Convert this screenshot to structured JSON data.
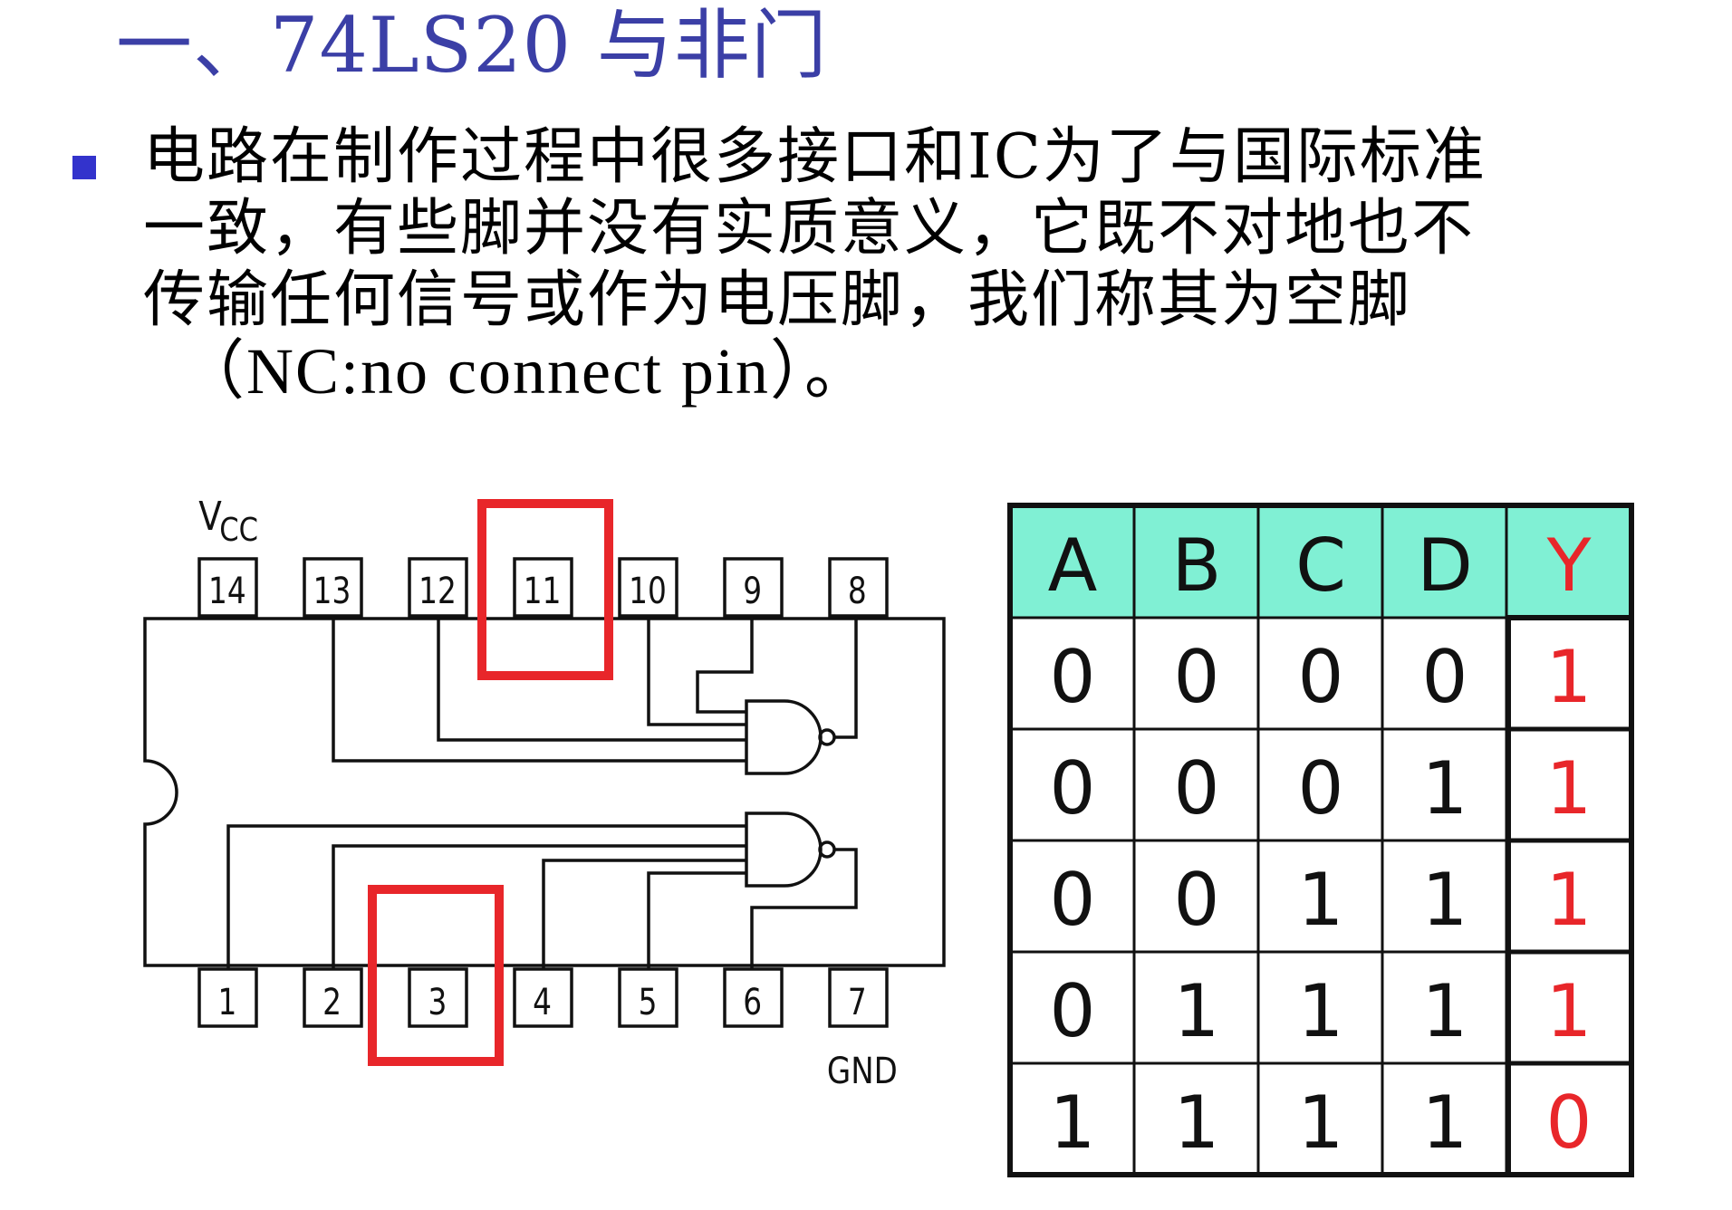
{
  "slide": {
    "title": "一、74LS20 与非门",
    "paragraph": [
      "电路在制作过程中很多接口和IC为了与国际标准",
      "一致，有些脚并没有实质意义，它既不对地也不",
      "传输任何信号或作为电压脚，我们称其为空脚",
      "（NC:no connect pin）。"
    ]
  },
  "ic_diagram": {
    "vcc_label": "VCC",
    "vcc_sub": "CC",
    "gnd_label": "GND",
    "top_pins": [
      "14",
      "13",
      "12",
      "11",
      "10",
      "9",
      "8"
    ],
    "bottom_pins": [
      "1",
      "2",
      "3",
      "4",
      "5",
      "6",
      "7"
    ],
    "highlighted_pins": [
      "11",
      "3"
    ],
    "highlight_color": "#e8262a"
  },
  "truth_table": {
    "headers": [
      "A",
      "B",
      "C",
      "D",
      "Y"
    ],
    "rows": [
      [
        "0",
        "0",
        "0",
        "0",
        "1"
      ],
      [
        "0",
        "0",
        "0",
        "1",
        "1"
      ],
      [
        "0",
        "0",
        "1",
        "1",
        "1"
      ],
      [
        "0",
        "1",
        "1",
        "1",
        "1"
      ],
      [
        "1",
        "1",
        "1",
        "1",
        "0"
      ]
    ],
    "header_bg": "#80f0d4",
    "output_color": "#e8262a"
  },
  "colors": {
    "title": "#3b3fa6",
    "bullet": "#3333cc"
  }
}
